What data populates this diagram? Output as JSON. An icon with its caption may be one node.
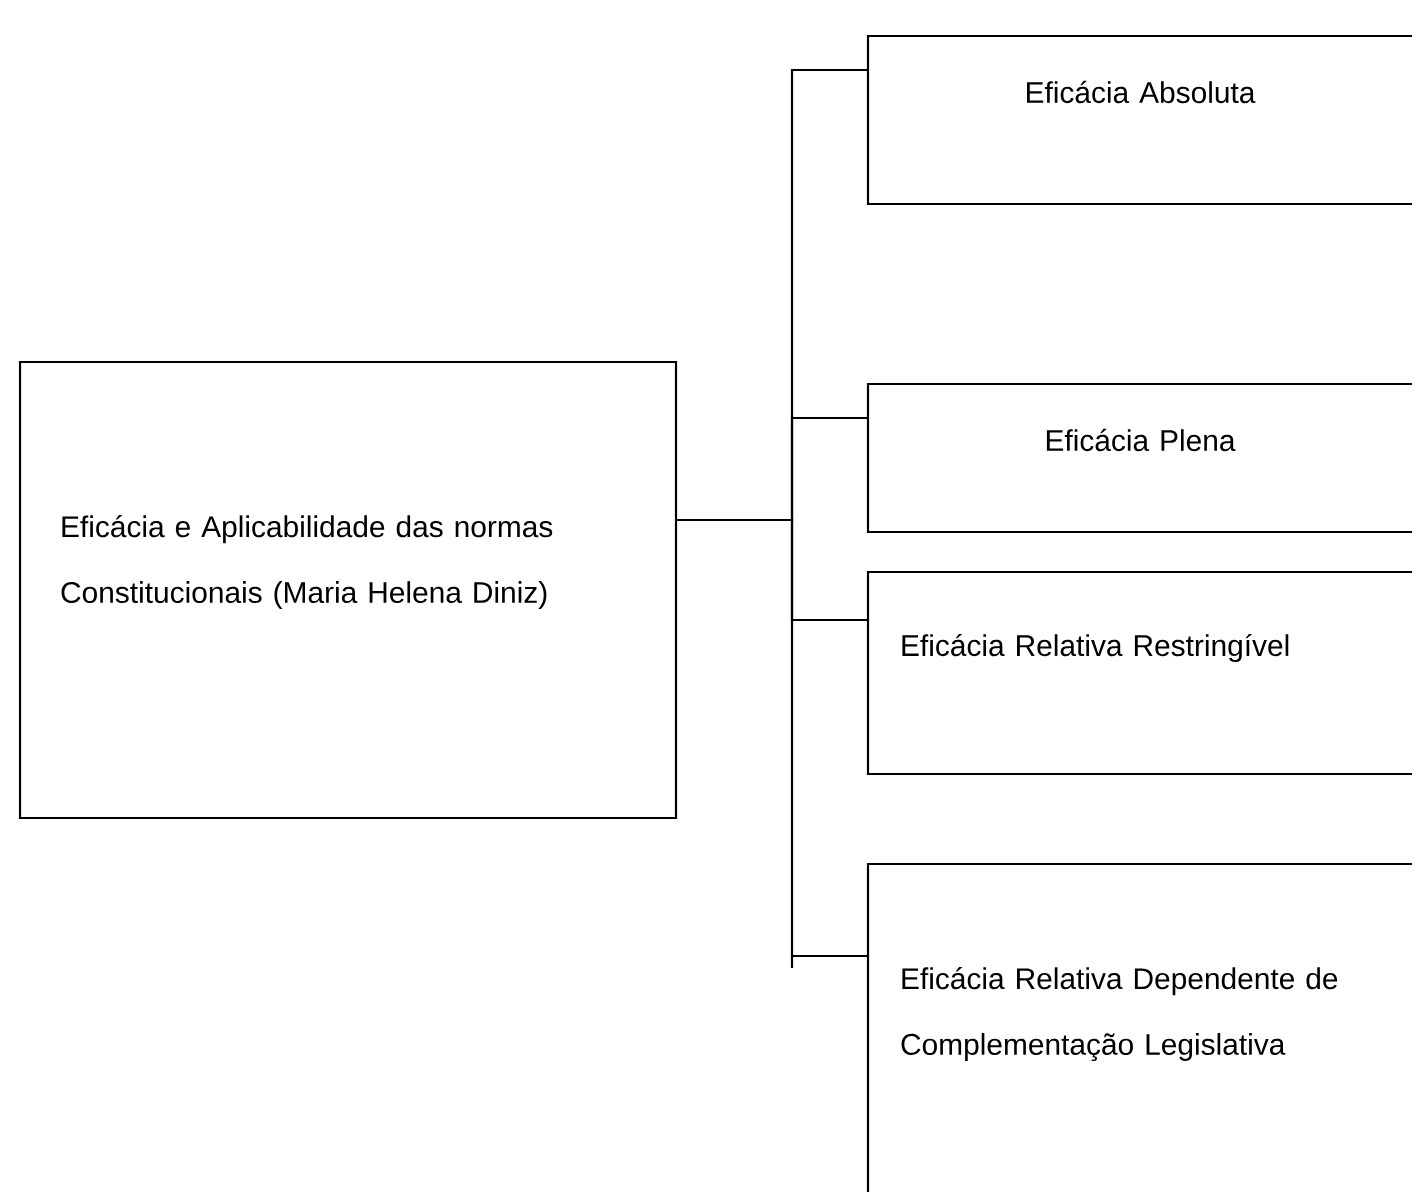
{
  "diagram": {
    "nodes": [
      {
        "text": [
          "Eficácia e Aplicabilidade das normas Constitucionais (Maria Helena Diniz)"
        ]
      },
      {
        "text": [
          "Eficácia Absoluta"
        ]
      },
      {
        "text": [
          "Eficácia Plena"
        ]
      },
      {
        "text": [
          "Eficácia Relativa Restringível"
        ]
      },
      {
        "text": [
          "Eficácia Relativa Dependente de Complementação Legislativa"
        ]
      }
    ],
    "edges": [
      {
        "from": 0,
        "to": 1,
        "arrow": "none"
      },
      {
        "from": 0,
        "to": 2,
        "arrow": "none"
      },
      {
        "from": 0,
        "to": 3,
        "arrow": "none"
      },
      {
        "from": 0,
        "to": 4,
        "arrow": "none"
      }
    ]
  }
}
